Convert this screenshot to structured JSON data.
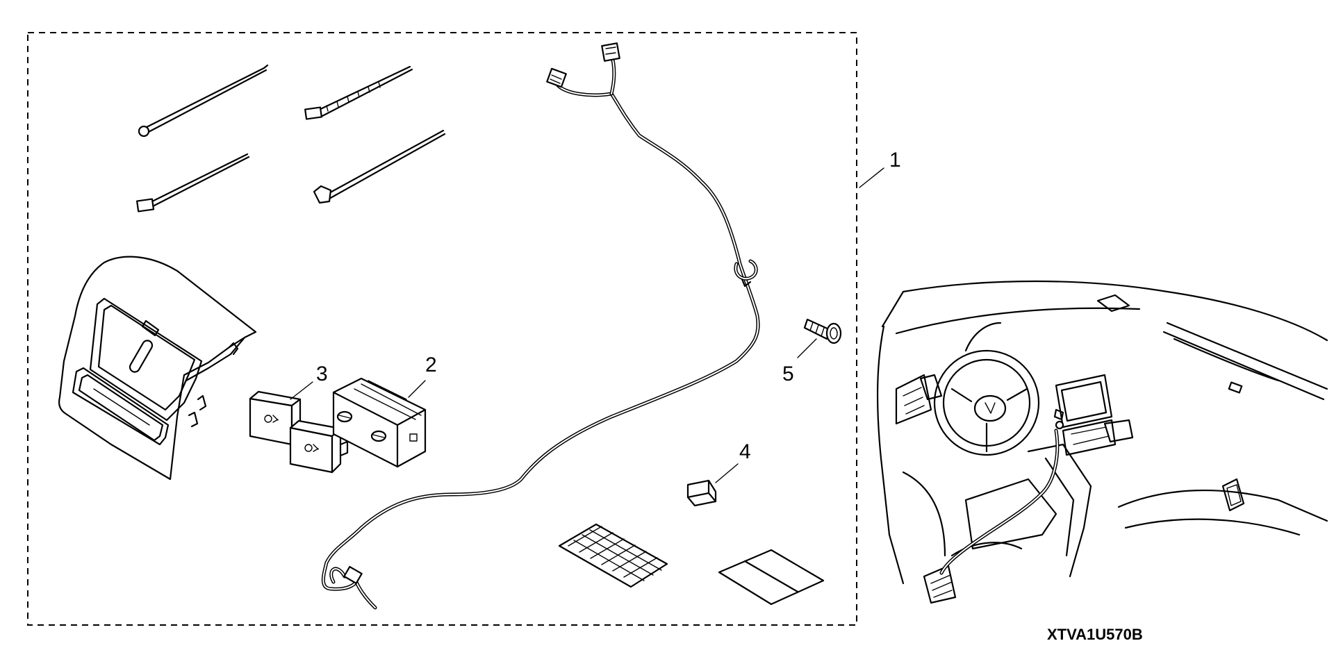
{
  "callouts": {
    "kit": "1",
    "part2": "2",
    "part3": "3",
    "part4": "4",
    "part5": "5"
  },
  "diagram_code": "XTVA1U570B",
  "colors": {
    "line": "#000000",
    "background": "#ffffff"
  }
}
